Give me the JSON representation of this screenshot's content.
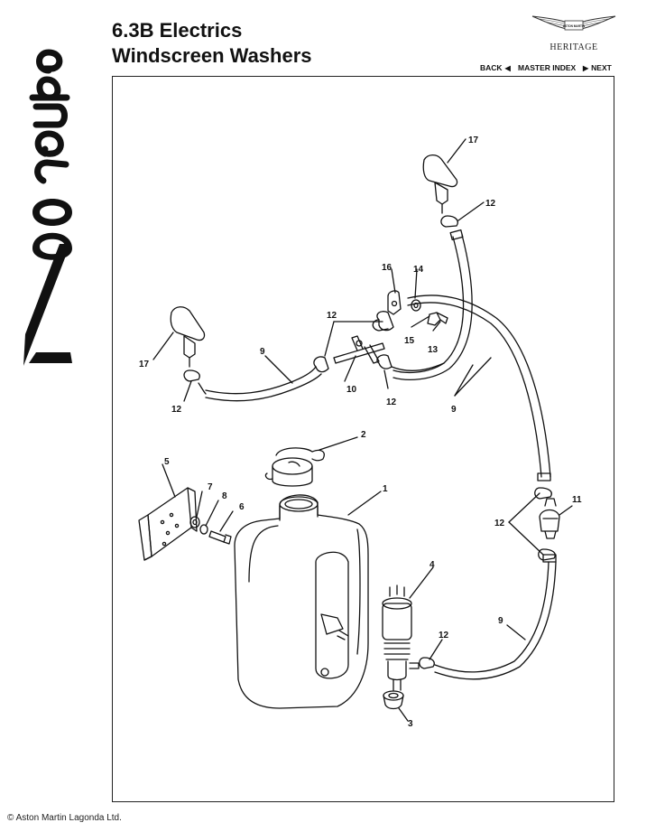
{
  "side_logo": {
    "text": "V8 coupe"
  },
  "header": {
    "title_line1": "6.3B Electrics",
    "title_line2": "Windscreen Washers"
  },
  "brand": {
    "logo_text": "ASTON MARTIN",
    "heritage": "HERITAGE"
  },
  "nav": {
    "back": "BACK",
    "master_index": "MASTER INDEX",
    "next": "NEXT"
  },
  "callouts": {
    "c1": "1",
    "c2": "2",
    "c3a": "3",
    "c4": "4",
    "c5": "5",
    "c6": "6",
    "c7": "7",
    "c8": "8",
    "c9a": "9",
    "c9b": "9",
    "c9c": "9",
    "c10": "10",
    "c11": "11",
    "c12a": "12",
    "c12b": "12",
    "c12c": "12",
    "c12d": "12",
    "c12e": "12",
    "c12f": "12",
    "c13": "13",
    "c14": "14",
    "c15": "15",
    "c16": "16",
    "c17a": "17",
    "c17b": "17"
  },
  "footer": {
    "copyright": "© Aston Martin Lagonda Ltd."
  }
}
